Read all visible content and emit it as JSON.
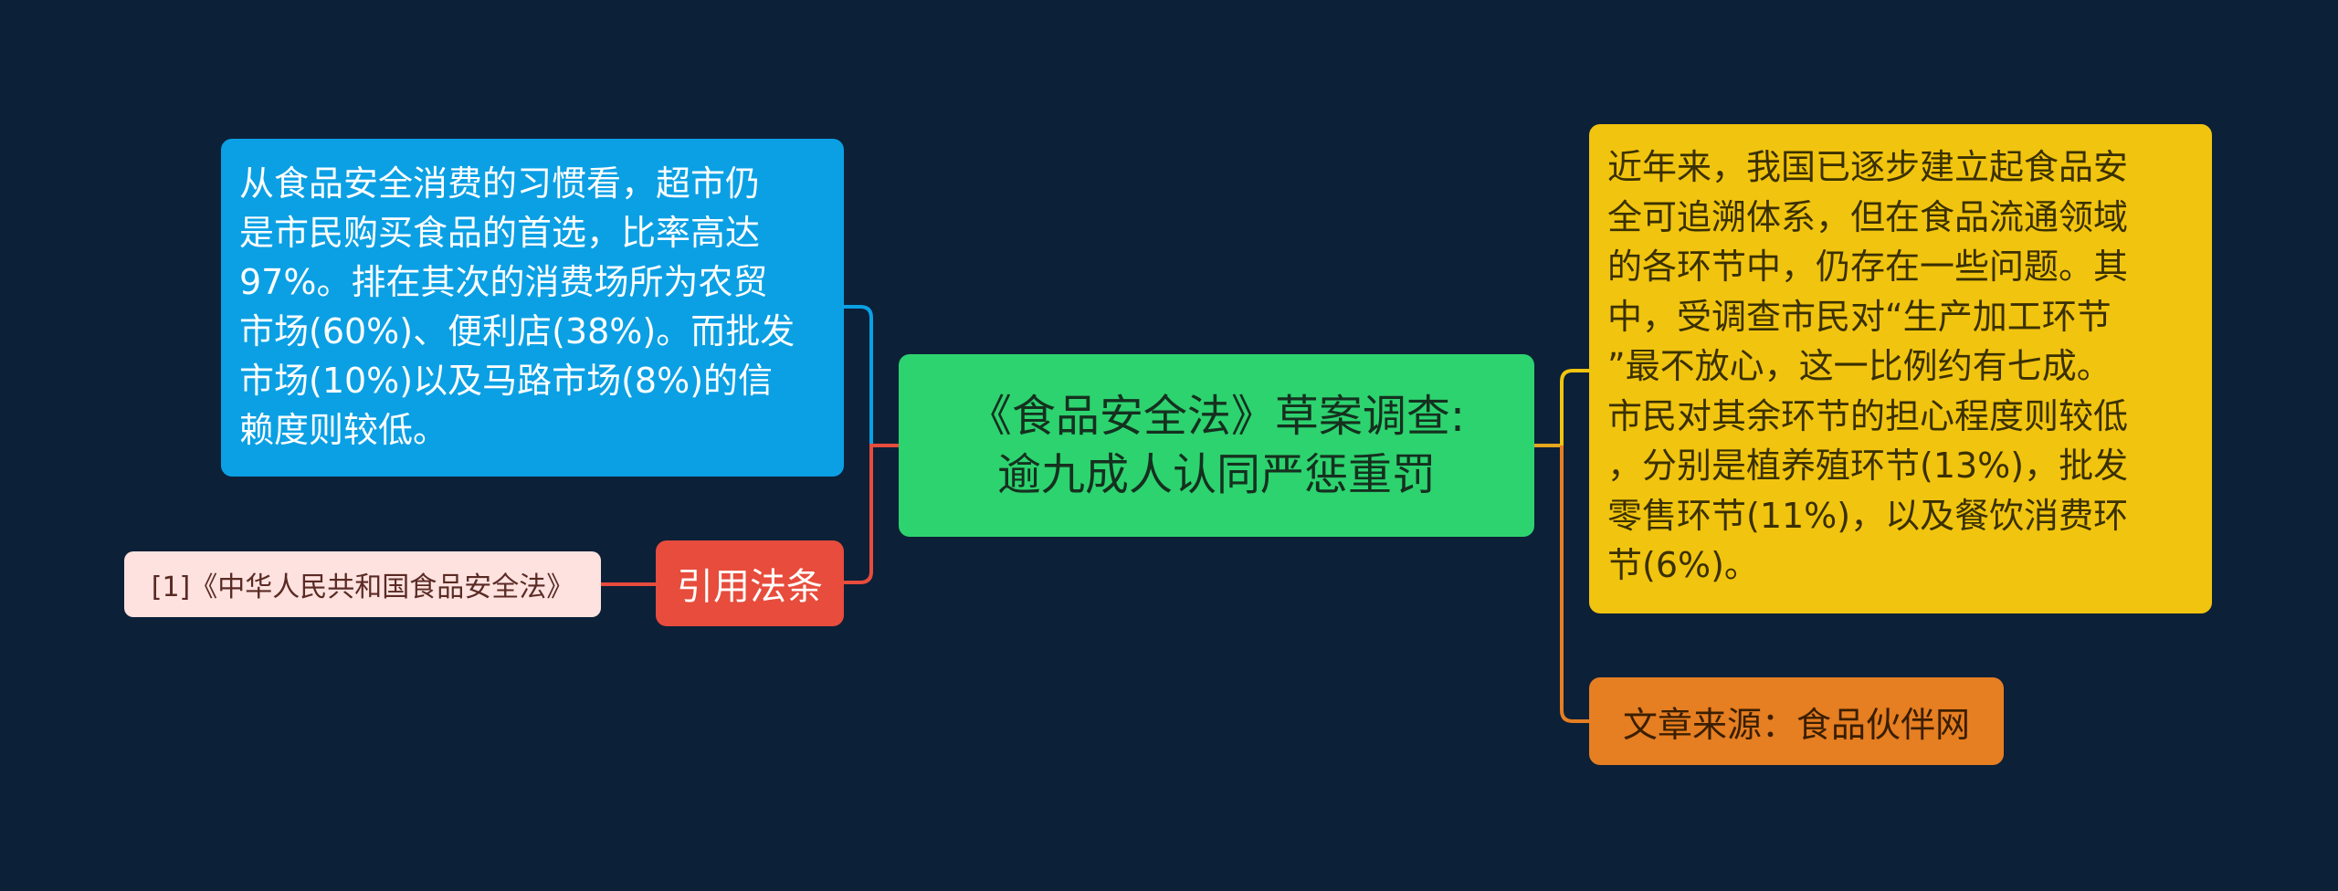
{
  "colors": {
    "background": "#0c2038",
    "central": "#2dd36f",
    "left_main": "#0ba0e4",
    "left_ref": "#e74c3c",
    "left_ref_item": "#fde2df",
    "right_main": "#f1c40f",
    "right_source": "#e67e22"
  },
  "central": {
    "text": "《食品安全法》草案调查:\n逾九成人认同严惩重罚"
  },
  "left": {
    "main_text": "从食品安全消费的习惯看，超市仍\n是市民购买食品的首选，比率高达\n97%。排在其次的消费场所为农贸\n市场(60%)、便利店(38%)。而批发\n市场(10%)以及马路市场(8%)的信\n赖度则较低。",
    "ref_label": "引用法条",
    "ref_item": "[1]《中华人民共和国食品安全法》"
  },
  "right": {
    "main_text": "近年来，我国已逐步建立起食品安\n全可追溯体系，但在食品流通领域\n的各环节中，仍存在一些问题。其\n中，受调查市民对“生产加工环节\n”最不放心，这一比例约有七成。\n市民对其余环节的担心程度则较低\n，分别是植养殖环节(13%)，批发\n零售环节(11%)，以及餐饮消费环\n节(6%)。",
    "source_text": "文章来源：食品伙伴网"
  }
}
